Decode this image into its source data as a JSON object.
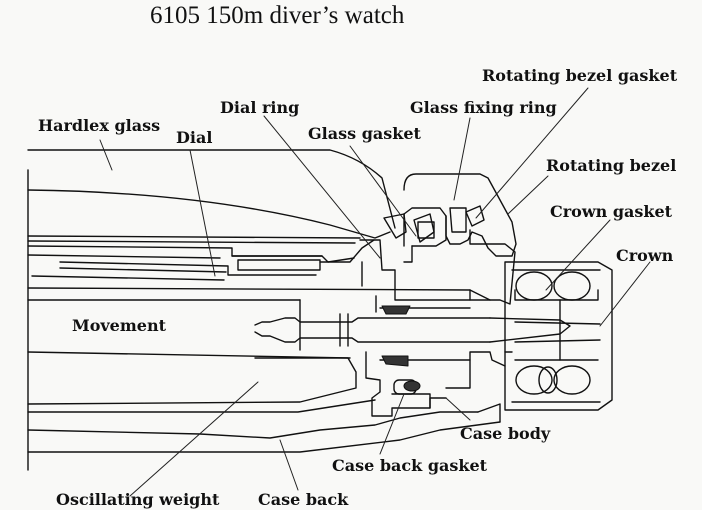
{
  "title": "6105 150m diver’s watch",
  "labels": {
    "rotating_bezel_gasket": "Rotating bezel gasket",
    "dial_ring": "Dial ring",
    "glass_fixing_ring": "Glass fixing ring",
    "hardlex_glass": "Hardlex glass",
    "dial": "Dial",
    "glass_gasket": "Glass gasket",
    "rotating_bezel": "Rotating bezel",
    "crown_gasket": "Crown gasket",
    "crown": "Crown",
    "movement": "Movement",
    "case_body": "Case body",
    "case_back_gasket": "Case back gasket",
    "oscillating_weight": "Oscillating weight",
    "case_back": "Case back"
  },
  "colors": {
    "ink": "#111111",
    "paper": "#f9f9f7",
    "gasket_fill": "#333333"
  }
}
